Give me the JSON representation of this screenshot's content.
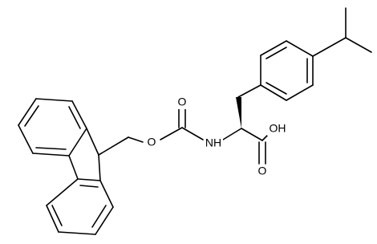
{
  "molecule": {
    "atom_labels": {
      "carbonyl_oxygen": "O",
      "ester_oxygen": "O",
      "amide_nitrogen": "NH",
      "hydroxyl": "OH",
      "acid_oxygen": "O"
    }
  }
}
